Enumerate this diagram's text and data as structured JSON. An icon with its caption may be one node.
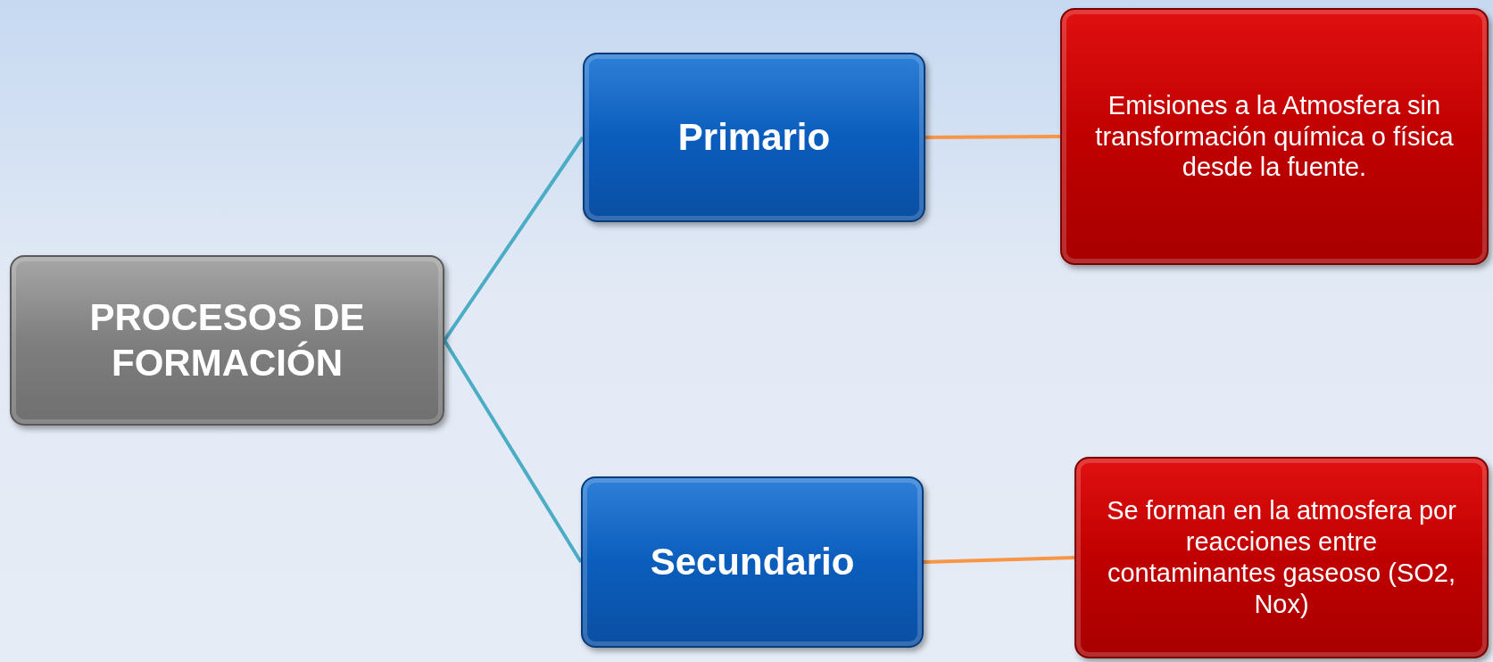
{
  "diagram": {
    "nodes": [
      {
        "text": [
          "PROCESOS DE FORMACIÓN"
        ]
      },
      {
        "text": [
          "Primario"
        ]
      },
      {
        "text": [
          "Emisiones a la Atmosfera sin transformación química o física desde la fuente."
        ]
      },
      {
        "text": [
          "Secundario"
        ]
      },
      {
        "text": [
          "Se forman en la atmosfera por reacciones entre contaminantes gaseoso (SO2, Nox)"
        ]
      }
    ],
    "edges": [
      {
        "from": 0,
        "to": 1,
        "arrow": "none"
      },
      {
        "from": 1,
        "to": 2,
        "arrow": "none",
        "color": "#f79646"
      },
      {
        "from": 0,
        "to": 3,
        "arrow": "none"
      },
      {
        "from": 3,
        "to": 4,
        "arrow": "none",
        "color": "#f79646"
      }
    ]
  }
}
